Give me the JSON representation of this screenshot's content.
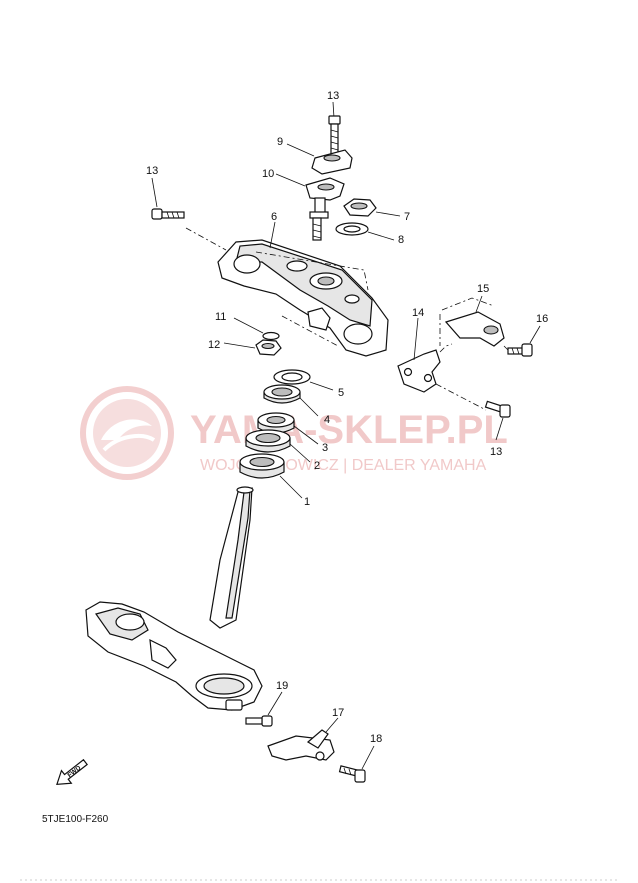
{
  "watermark": {
    "title": "YAMA-SKLEP.PL",
    "subtitle": "WOJCIECHOWICZ | DEALER YAMAHA"
  },
  "fwd_label": "FWD",
  "diagram_code": "5TJE100-F260",
  "callouts": {
    "c1": "1",
    "c2": "2",
    "c3": "3",
    "c4": "4",
    "c5": "5",
    "c6": "6",
    "c7": "7",
    "c8": "8",
    "c9": "9",
    "c10": "10",
    "c11": "11",
    "c12": "12",
    "c13a": "13",
    "c13b": "13",
    "c13c": "13",
    "c14": "14",
    "c15": "15",
    "c16": "16",
    "c17": "17",
    "c18": "18",
    "c19": "19"
  }
}
